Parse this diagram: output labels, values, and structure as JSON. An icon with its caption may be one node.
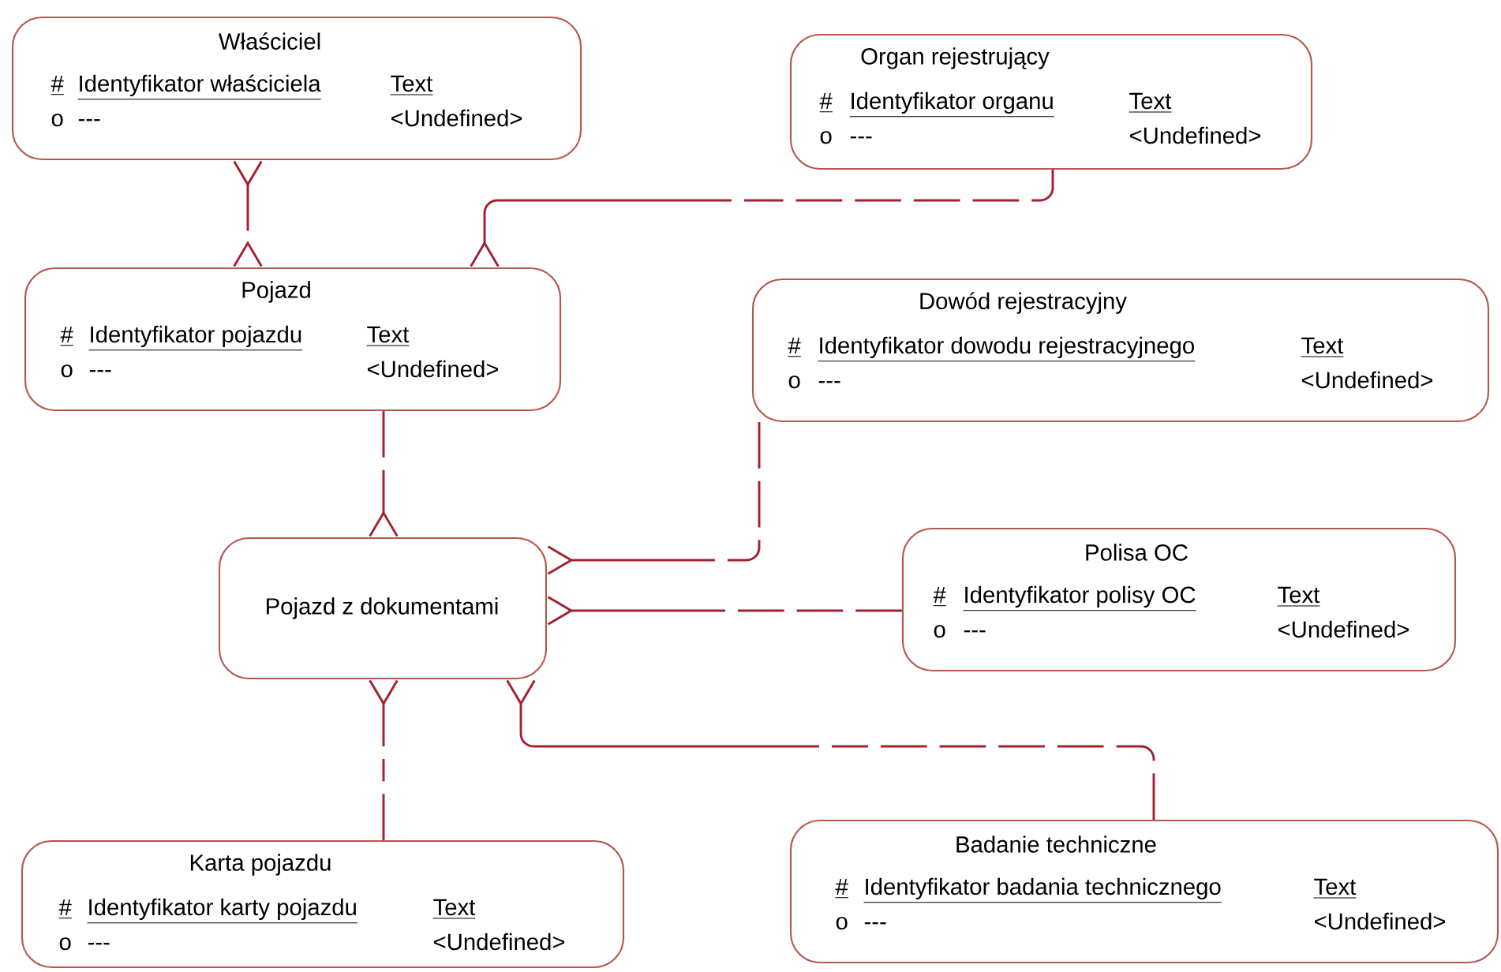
{
  "diagram": {
    "nodes": [
      {
        "text": [
          "Właściciel",
          "#",
          "Identyfikator właściciela",
          "Text",
          "o",
          "---",
          "<Undefined>"
        ]
      },
      {
        "text": [
          "Organ rejestrujący",
          "#",
          "Identyfikator organu",
          "Text",
          "o",
          "---",
          "<Undefined>"
        ]
      },
      {
        "text": [
          "Pojazd",
          "#",
          "Identyfikator pojazdu",
          "Text",
          "o",
          "---",
          "<Undefined>"
        ]
      },
      {
        "text": [
          "Dowód rejestracyjny",
          "#",
          "Identyfikator dowodu rejestracyjnego",
          "Text",
          "o",
          "---",
          "<Undefined>"
        ]
      },
      {
        "text": [
          "Pojazd z dokumentami"
        ]
      },
      {
        "text": [
          "Polisa OC",
          "#",
          "Identyfikator polisy OC",
          "Text",
          "o",
          "---",
          "<Undefined>"
        ]
      },
      {
        "text": [
          "Karta pojazdu",
          "#",
          "Identyfikator karty pojazdu",
          "Text",
          "o",
          "---",
          "<Undefined>"
        ]
      },
      {
        "text": [
          "Badanie techniczne",
          "#",
          "Identyfikator badania technicznego",
          "Text",
          "o",
          "---",
          "<Undefined>"
        ]
      }
    ],
    "edges": [
      {
        "from": 0,
        "to": 2,
        "arrow": "other"
      },
      {
        "from": 1,
        "to": 2,
        "arrow": "other"
      },
      {
        "from": 2,
        "to": 4,
        "arrow": "other"
      },
      {
        "from": 3,
        "to": 4,
        "arrow": "other"
      },
      {
        "from": 5,
        "to": 4,
        "arrow": "other"
      },
      {
        "from": 6,
        "to": 4,
        "arrow": "other"
      },
      {
        "from": 7,
        "to": 4,
        "arrow": "other"
      }
    ]
  }
}
